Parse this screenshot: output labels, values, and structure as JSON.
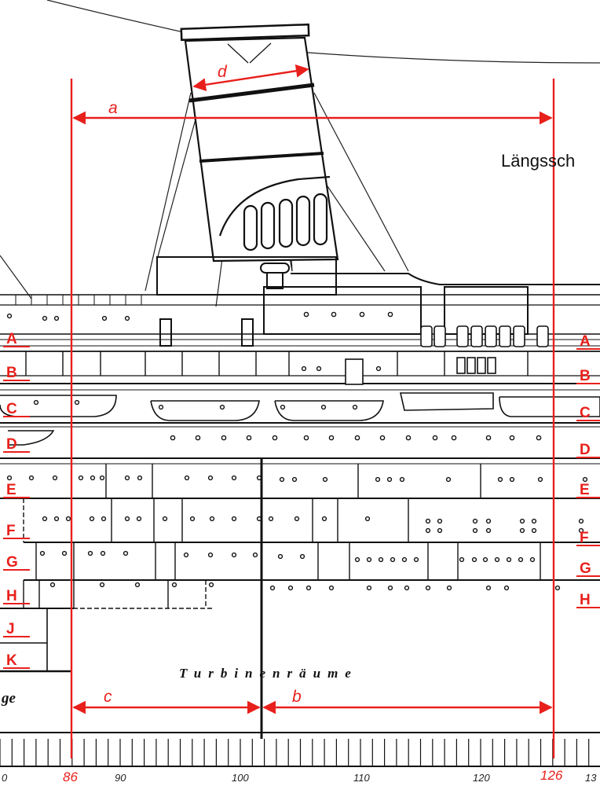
{
  "title": "Längssch",
  "room_label": "Turbinenräume",
  "left_fragment": "ge",
  "colors": {
    "annotation": "#e8201c",
    "ink": "#111111"
  },
  "deck_labels_left": [
    "A",
    "B",
    "C",
    "D",
    "E",
    "F",
    "G",
    "H",
    "J",
    "K"
  ],
  "deck_labels_right": [
    "A",
    "B",
    "C",
    "D",
    "E",
    "F",
    "G",
    "H"
  ],
  "dimensions": {
    "a": "a",
    "b": "b",
    "c": "c",
    "d": "d"
  },
  "frame_markers": {
    "left": "86",
    "right": "126"
  },
  "scale_numbers": [
    "0",
    "90",
    "100",
    "110",
    "120",
    "13"
  ]
}
